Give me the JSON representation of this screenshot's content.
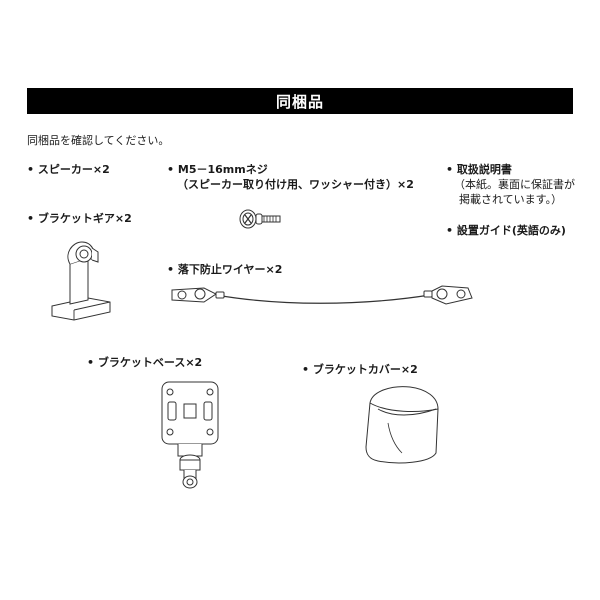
{
  "title": "同梱品",
  "intro": "同梱品を確認してください。",
  "items": {
    "speaker": "スピーカー×2",
    "screw_line1": "M5－16mmネジ",
    "screw_line2": "（スピーカー取り付け用、ワッシャー付き）×2",
    "manual": "取扱説明書",
    "manual_note1": "（本紙。裏面に保証書が",
    "manual_note2": "掲載されています。）",
    "guide": "設置ガイド(英語のみ)",
    "bracket_gear": "ブラケットギア×2",
    "wire": "落下防止ワイヤー×2",
    "bracket_base": "ブラケットベース×2",
    "bracket_cover": "ブラケットカバー×2"
  }
}
